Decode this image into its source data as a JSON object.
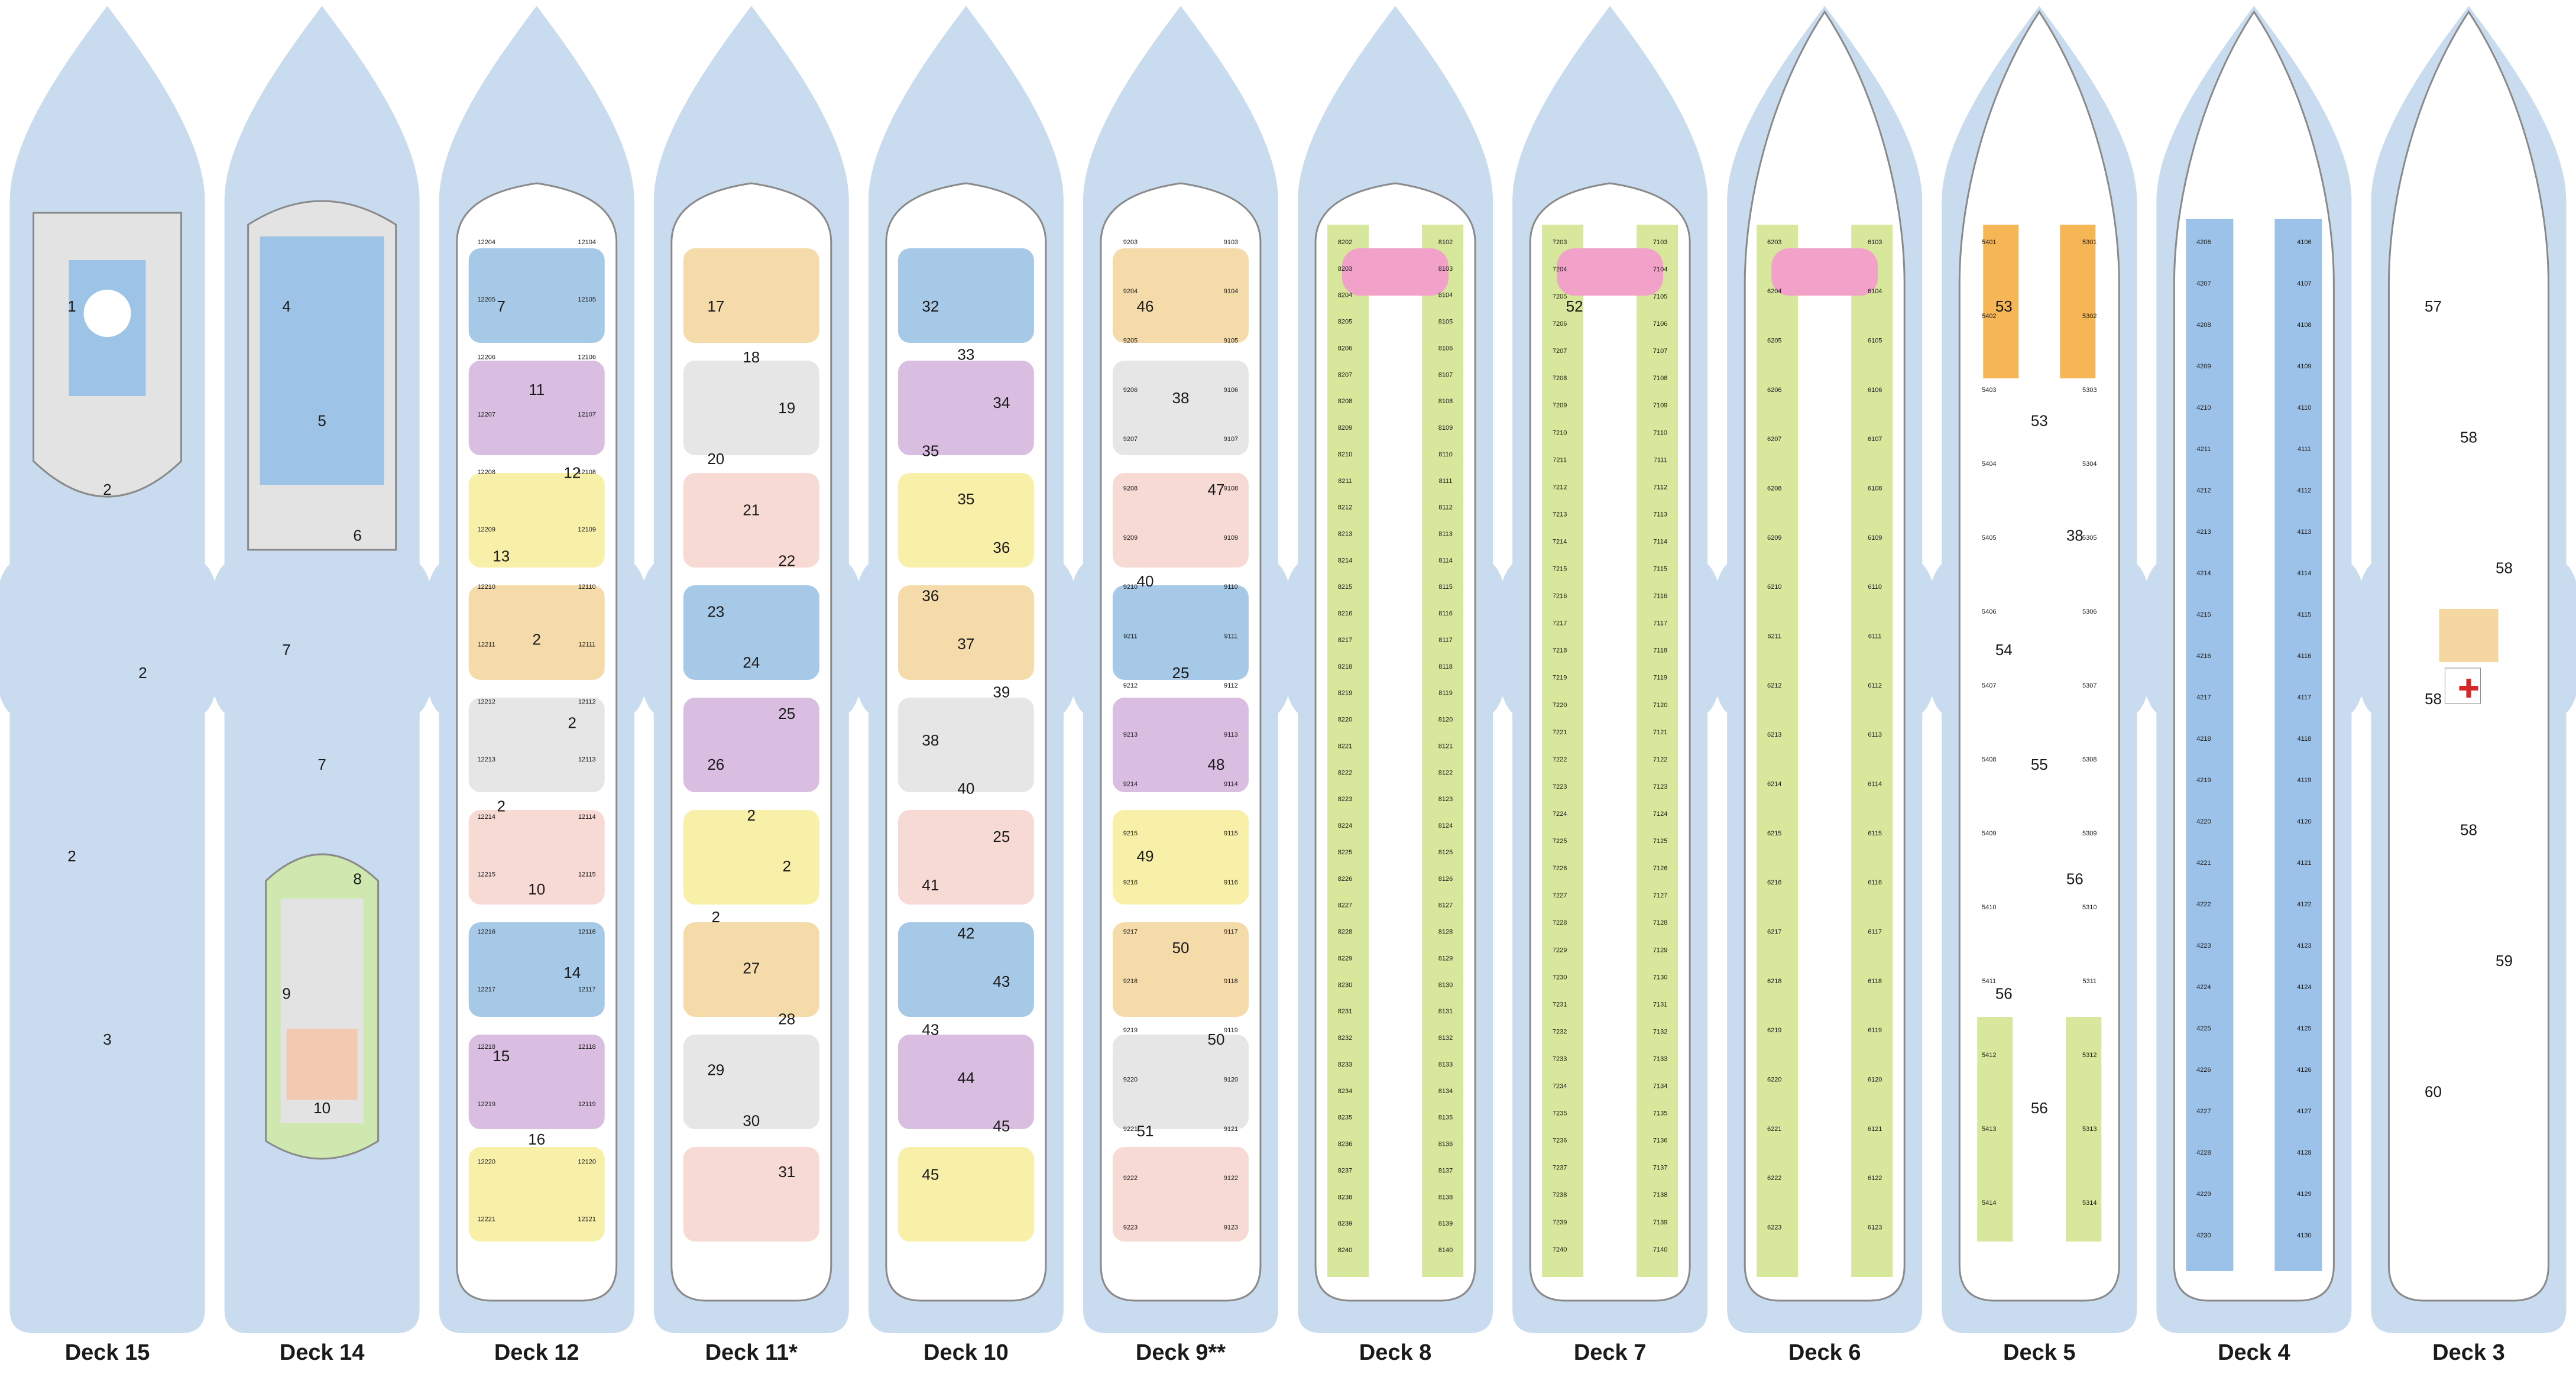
{
  "colors": {
    "water": "#c9dbee",
    "hull": "#ffffff",
    "hull_outline": "#8a8a8a",
    "deck_grey": "#e3e3e3",
    "pool_blue": "#9dc3e6",
    "lounge_purple": "#d6b7df",
    "restaurant_yellow": "#f7ee9e",
    "bar_tan": "#f4d7a1",
    "cabin_green": "#d7e79c",
    "cabin_orange": "#f6b655",
    "cabin_blue": "#9cc2ea",
    "suite_pink": "#f2a1c9",
    "pink_area": "#f7d6cf",
    "stair_grey": "#9a9a9a",
    "medical_red": "#d62828"
  },
  "decks": [
    {
      "label": "Deck 15",
      "markers": [
        "1",
        "2",
        "2",
        "2",
        "3"
      ],
      "cabin_numbers": []
    },
    {
      "label": "Deck 14",
      "markers": [
        "4",
        "5",
        "6",
        "7",
        "7",
        "8",
        "9",
        "10"
      ],
      "cabin_numbers": []
    },
    {
      "label": "Deck 12",
      "markers": [
        "7",
        "11",
        "12",
        "13",
        "2",
        "2",
        "2",
        "10",
        "14",
        "15",
        "16"
      ],
      "cabin_numbers": [
        "12204",
        "12205",
        "12206",
        "12207",
        "12208",
        "12209",
        "12210",
        "12211",
        "12212",
        "12213",
        "12214",
        "12215",
        "12216",
        "12217",
        "12218",
        "12219",
        "12220",
        "12221",
        "12104",
        "12105",
        "12106",
        "12107",
        "12108",
        "12109",
        "12110",
        "12111",
        "12112",
        "12113",
        "12114",
        "12115",
        "12116",
        "12117",
        "12118",
        "12119",
        "12120",
        "12121"
      ]
    },
    {
      "label": "Deck 11*",
      "markers": [
        "17",
        "18",
        "19",
        "20",
        "21",
        "22",
        "23",
        "24",
        "25",
        "26",
        "2",
        "2",
        "2",
        "27",
        "28",
        "29",
        "30",
        "31"
      ],
      "cabin_numbers": []
    },
    {
      "label": "Deck 10",
      "markers": [
        "32",
        "33",
        "34",
        "35",
        "35",
        "36",
        "36",
        "37",
        "39",
        "38",
        "40",
        "25",
        "41",
        "42",
        "43",
        "43",
        "44",
        "45",
        "45"
      ],
      "cabin_numbers": []
    },
    {
      "label": "Deck 9**",
      "markers": [
        "46",
        "38",
        "47",
        "40",
        "25",
        "48",
        "49",
        "50",
        "50",
        "51"
      ],
      "cabin_numbers": [
        "9203",
        "9204",
        "9205",
        "9206",
        "9207",
        "9208",
        "9209",
        "9210",
        "9211",
        "9212",
        "9213",
        "9214",
        "9215",
        "9216",
        "9217",
        "9218",
        "9219",
        "9220",
        "9221",
        "9222",
        "9223",
        "9103",
        "9104",
        "9105",
        "9106",
        "9107",
        "9108",
        "9109",
        "9110",
        "9111",
        "9112",
        "9113",
        "9114",
        "9115",
        "9116",
        "9117",
        "9118",
        "9119",
        "9120",
        "9121",
        "9122",
        "9123"
      ]
    },
    {
      "label": "Deck 8",
      "markers": [],
      "cabin_numbers": [
        "8202",
        "8203",
        "8204",
        "8205",
        "8206",
        "8207",
        "8208",
        "8209",
        "8210",
        "8211",
        "8212",
        "8213",
        "8214",
        "8215",
        "8216",
        "8217",
        "8218",
        "8219",
        "8220",
        "8221",
        "8222",
        "8223",
        "8224",
        "8225",
        "8226",
        "8227",
        "8228",
        "8229",
        "8230",
        "8231",
        "8232",
        "8233",
        "8234",
        "8235",
        "8236",
        "8237",
        "8238",
        "8239",
        "8240",
        "8102",
        "8103",
        "8104",
        "8105",
        "8106",
        "8107",
        "8108",
        "8109",
        "8110",
        "8111",
        "8112",
        "8113",
        "8114",
        "8115",
        "8116",
        "8117",
        "8118",
        "8119",
        "8120",
        "8121",
        "8122",
        "8123",
        "8124",
        "8125",
        "8126",
        "8127",
        "8128",
        "8129",
        "8130",
        "8131",
        "8132",
        "8133",
        "8134",
        "8135",
        "8136",
        "8137",
        "8138",
        "8139",
        "8140"
      ]
    },
    {
      "label": "Deck 7",
      "markers": [
        "52"
      ],
      "cabin_numbers": [
        "7203",
        "7204",
        "7205",
        "7206",
        "7207",
        "7208",
        "7209",
        "7210",
        "7211",
        "7212",
        "7213",
        "7214",
        "7215",
        "7216",
        "7217",
        "7218",
        "7219",
        "7220",
        "7221",
        "7222",
        "7223",
        "7224",
        "7225",
        "7226",
        "7227",
        "7228",
        "7229",
        "7230",
        "7231",
        "7232",
        "7233",
        "7234",
        "7235",
        "7236",
        "7237",
        "7238",
        "7239",
        "7240",
        "7103",
        "7104",
        "7105",
        "7106",
        "7107",
        "7108",
        "7109",
        "7110",
        "7111",
        "7112",
        "7113",
        "7114",
        "7115",
        "7116",
        "7117",
        "7118",
        "7119",
        "7120",
        "7121",
        "7122",
        "7123",
        "7124",
        "7125",
        "7126",
        "7127",
        "7128",
        "7129",
        "7130",
        "7131",
        "7132",
        "7133",
        "7134",
        "7135",
        "7136",
        "7137",
        "7138",
        "7139",
        "7140"
      ]
    },
    {
      "label": "Deck 6",
      "markers": [],
      "cabin_numbers": [
        "6203",
        "6204",
        "6205",
        "6206",
        "6207",
        "6208",
        "6209",
        "6210",
        "6211",
        "6212",
        "6213",
        "6214",
        "6215",
        "6216",
        "6217",
        "6218",
        "6219",
        "6220",
        "6221",
        "6222",
        "6223",
        "6103",
        "6104",
        "6105",
        "6106",
        "6107",
        "6108",
        "6109",
        "6110",
        "6111",
        "6112",
        "6113",
        "6114",
        "6115",
        "6116",
        "6117",
        "6118",
        "6119",
        "6120",
        "6121",
        "6122",
        "6123"
      ]
    },
    {
      "label": "Deck 5",
      "markers": [
        "53",
        "53",
        "38",
        "54",
        "55",
        "56",
        "56",
        "56"
      ],
      "cabin_numbers": [
        "5401",
        "5402",
        "5403",
        "5404",
        "5405",
        "5406",
        "5407",
        "5408",
        "5409",
        "5410",
        "5411",
        "5412",
        "5413",
        "5414",
        "5301",
        "5302",
        "5303",
        "5304",
        "5305",
        "5306",
        "5307",
        "5308",
        "5309",
        "5310",
        "5311",
        "5312",
        "5313",
        "5314"
      ]
    },
    {
      "label": "Deck 4",
      "markers": [],
      "cabin_numbers": [
        "4206",
        "4207",
        "4208",
        "4209",
        "4210",
        "4211",
        "4212",
        "4213",
        "4214",
        "4215",
        "4216",
        "4217",
        "4218",
        "4219",
        "4220",
        "4221",
        "4222",
        "4223",
        "4224",
        "4225",
        "4226",
        "4227",
        "4228",
        "4229",
        "4230",
        "4106",
        "4107",
        "4108",
        "4109",
        "4110",
        "4111",
        "4112",
        "4113",
        "4114",
        "4115",
        "4116",
        "4117",
        "4118",
        "4119",
        "4120",
        "4121",
        "4122",
        "4123",
        "4124",
        "4125",
        "4126",
        "4127",
        "4128",
        "4129",
        "4130"
      ]
    },
    {
      "label": "Deck 3",
      "markers": [
        "57",
        "58",
        "58",
        "58",
        "58",
        "59",
        "60"
      ],
      "cabin_numbers": []
    }
  ]
}
